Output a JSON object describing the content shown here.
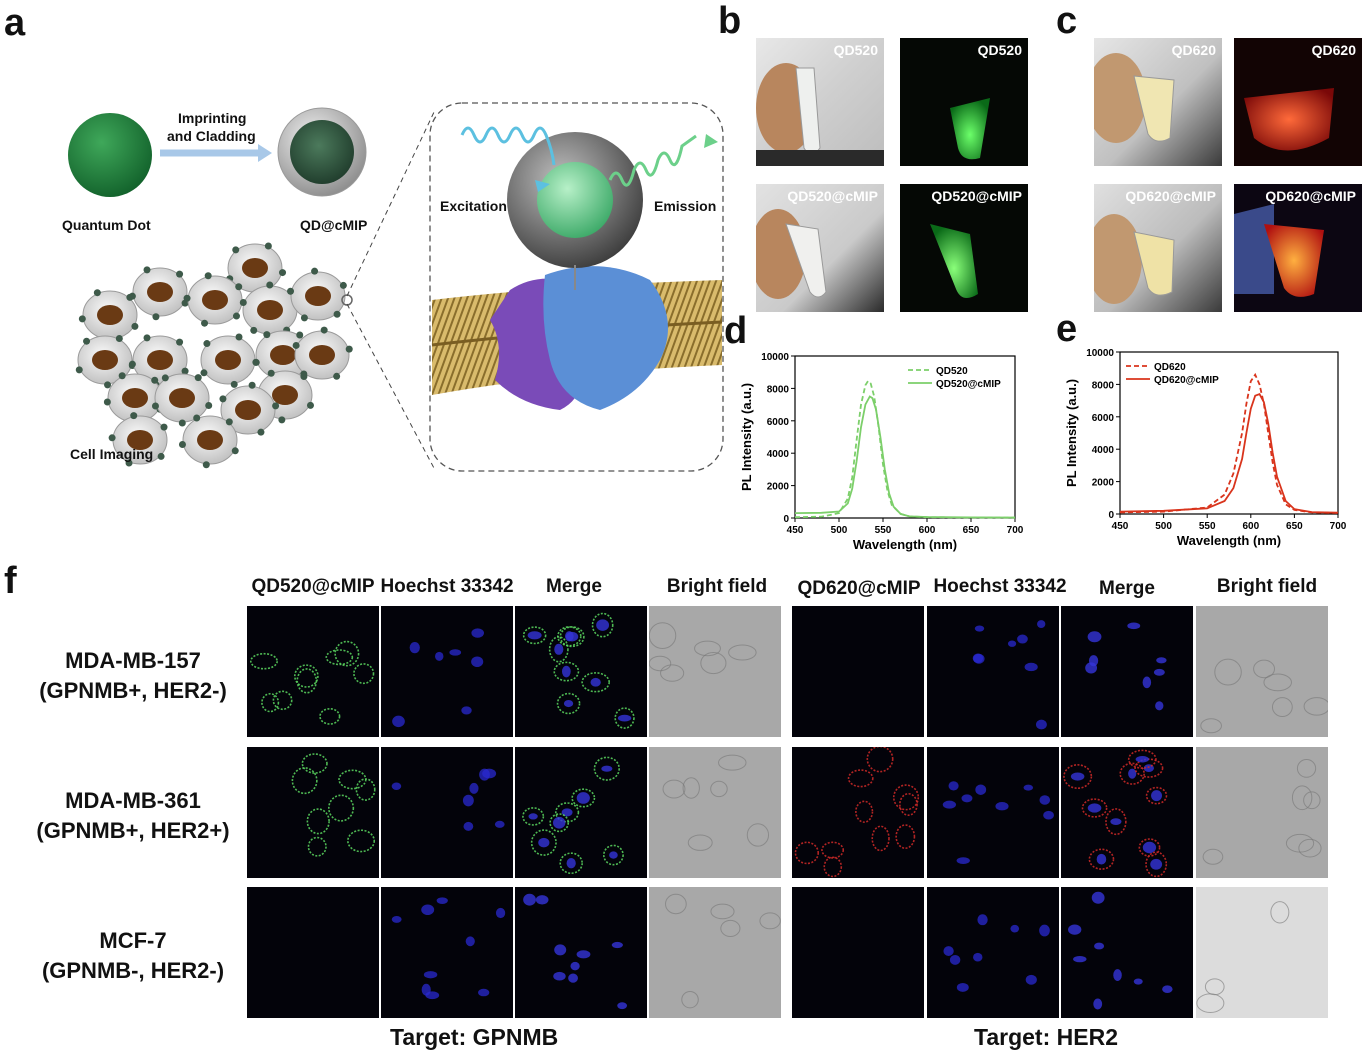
{
  "panels": {
    "a": "a",
    "b": "b",
    "c": "c",
    "d": "d",
    "e": "e",
    "f": "f"
  },
  "schematic": {
    "step_line1": "Imprinting",
    "step_line2": "and Cladding",
    "qd_label": "Quantum Dot",
    "mip_label": "QD@cMIP",
    "cell_label": "Cell Imaging",
    "excitation": "Excitation",
    "emission": "Emission"
  },
  "photos_b": [
    "QD520",
    "QD520",
    "QD520@cMIP",
    "QD520@cMIP"
  ],
  "photos_c": [
    "QD620",
    "QD620",
    "QD620@cMIP",
    "QD620@cMIP"
  ],
  "colors": {
    "green": "#7ccf6a",
    "red": "#e23a20",
    "qd_green": "#1e8a3c",
    "blue_nuc": "#3030b0"
  },
  "chart_data": [
    {
      "type": "line",
      "xlabel": "Wavelength (nm)",
      "ylabel": "PL Intensity (a.u.)",
      "xlim": [
        450,
        700
      ],
      "ylim": [
        0,
        10000
      ],
      "xticks": [
        450,
        500,
        550,
        600,
        650,
        700
      ],
      "yticks": [
        0,
        2000,
        4000,
        6000,
        8000,
        10000
      ],
      "legend": "top-right",
      "grid": false,
      "series": [
        {
          "name": "QD520",
          "style": "dashed",
          "color": "#7ccf6a",
          "x": [
            450,
            480,
            500,
            510,
            515,
            520,
            525,
            530,
            533,
            536,
            540,
            545,
            550,
            555,
            560,
            570,
            580,
            600,
            650,
            700
          ],
          "y": [
            50,
            80,
            300,
            1200,
            2500,
            4800,
            7000,
            8200,
            8450,
            8300,
            7500,
            5600,
            3300,
            1700,
            800,
            250,
            100,
            50,
            30,
            20
          ]
        },
        {
          "name": "QD520@cMIP",
          "style": "solid",
          "color": "#7ccf6a",
          "x": [
            450,
            480,
            500,
            510,
            515,
            520,
            525,
            530,
            535,
            538,
            542,
            547,
            552,
            557,
            562,
            570,
            580,
            600,
            650,
            700
          ],
          "y": [
            300,
            320,
            400,
            900,
            1800,
            3500,
            5600,
            7000,
            7500,
            7400,
            6700,
            5000,
            3000,
            1500,
            700,
            250,
            100,
            60,
            40,
            30
          ]
        }
      ]
    },
    {
      "type": "line",
      "xlabel": "Wavelength (nm)",
      "ylabel": "PL Intensity (a.u.)",
      "xlim": [
        450,
        700
      ],
      "ylim": [
        0,
        10000
      ],
      "xticks": [
        450,
        500,
        550,
        600,
        650,
        700
      ],
      "yticks": [
        0,
        2000,
        4000,
        6000,
        8000,
        10000
      ],
      "legend": "top-left",
      "grid": false,
      "series": [
        {
          "name": "QD620",
          "style": "dashed",
          "color": "#d9341c",
          "x": [
            450,
            500,
            550,
            570,
            580,
            590,
            595,
            600,
            605,
            610,
            615,
            620,
            625,
            630,
            640,
            650,
            670,
            700
          ],
          "y": [
            100,
            150,
            400,
            1200,
            2500,
            5000,
            6800,
            8200,
            8600,
            8000,
            6800,
            5000,
            3200,
            1800,
            600,
            250,
            100,
            60
          ]
        },
        {
          "name": "QD620@cMIP",
          "style": "solid",
          "color": "#d9341c",
          "x": [
            450,
            500,
            550,
            570,
            580,
            590,
            595,
            600,
            605,
            610,
            615,
            620,
            625,
            630,
            640,
            650,
            670,
            700
          ],
          "y": [
            150,
            200,
            350,
            800,
            1600,
            3400,
            5000,
            6500,
            7300,
            7400,
            6900,
            5600,
            3800,
            2300,
            800,
            300,
            120,
            80
          ]
        }
      ]
    }
  ],
  "panel_f": {
    "col_headers_left": [
      "QD520@cMIP",
      "Hoechst 33342",
      "Merge",
      "Bright field"
    ],
    "col_headers_right": [
      "QD620@cMIP",
      "Hoechst 33342",
      "Merge",
      "Bright field"
    ],
    "rows": [
      {
        "line1": "MDA-MB-157",
        "line2": "(GPNMB+, HER2-)"
      },
      {
        "line1": "MDA-MB-361",
        "line2": "(GPNMB+, HER2+)"
      },
      {
        "line1": "MCF-7",
        "line2": "(GPNMB-, HER2-)"
      }
    ],
    "target_left": "Target: GPNMB",
    "target_right": "Target: HER2"
  }
}
